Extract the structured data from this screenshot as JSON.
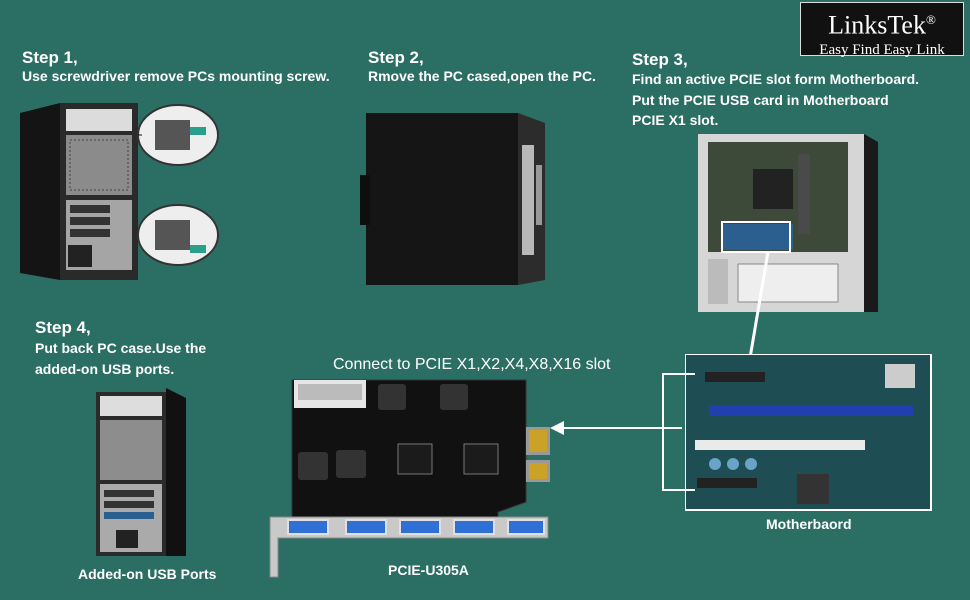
{
  "brand": {
    "name": "LinksTek",
    "mark": "®",
    "tagline": "Easy Find Easy Link"
  },
  "steps": [
    {
      "title": "Step 1,",
      "lines": [
        "Use screwdriver remove PCs mounting screw."
      ]
    },
    {
      "title": "Step 2,",
      "lines": [
        "Rmove the PC cased,open the PC."
      ]
    },
    {
      "title": "Step 3,",
      "lines": [
        "Find an active PCIE slot form Motherboard.",
        "Put the PCIE USB card in Motherboard",
        "PCIE X1 slot."
      ]
    },
    {
      "title": "Step 4,",
      "lines": [
        "Put back PC case.Use the",
        "added-on USB ports."
      ]
    }
  ],
  "connect_text": "Connect to PCIE X1,X2,X4,X8,X16 slot",
  "captions": {
    "ports": "Added-on USB Ports",
    "card": "PCIE-U305A",
    "board": "Motherbaord"
  },
  "colors": {
    "background": "#2b6e63",
    "text": "#ffffff",
    "logo_bg": "#111111"
  }
}
